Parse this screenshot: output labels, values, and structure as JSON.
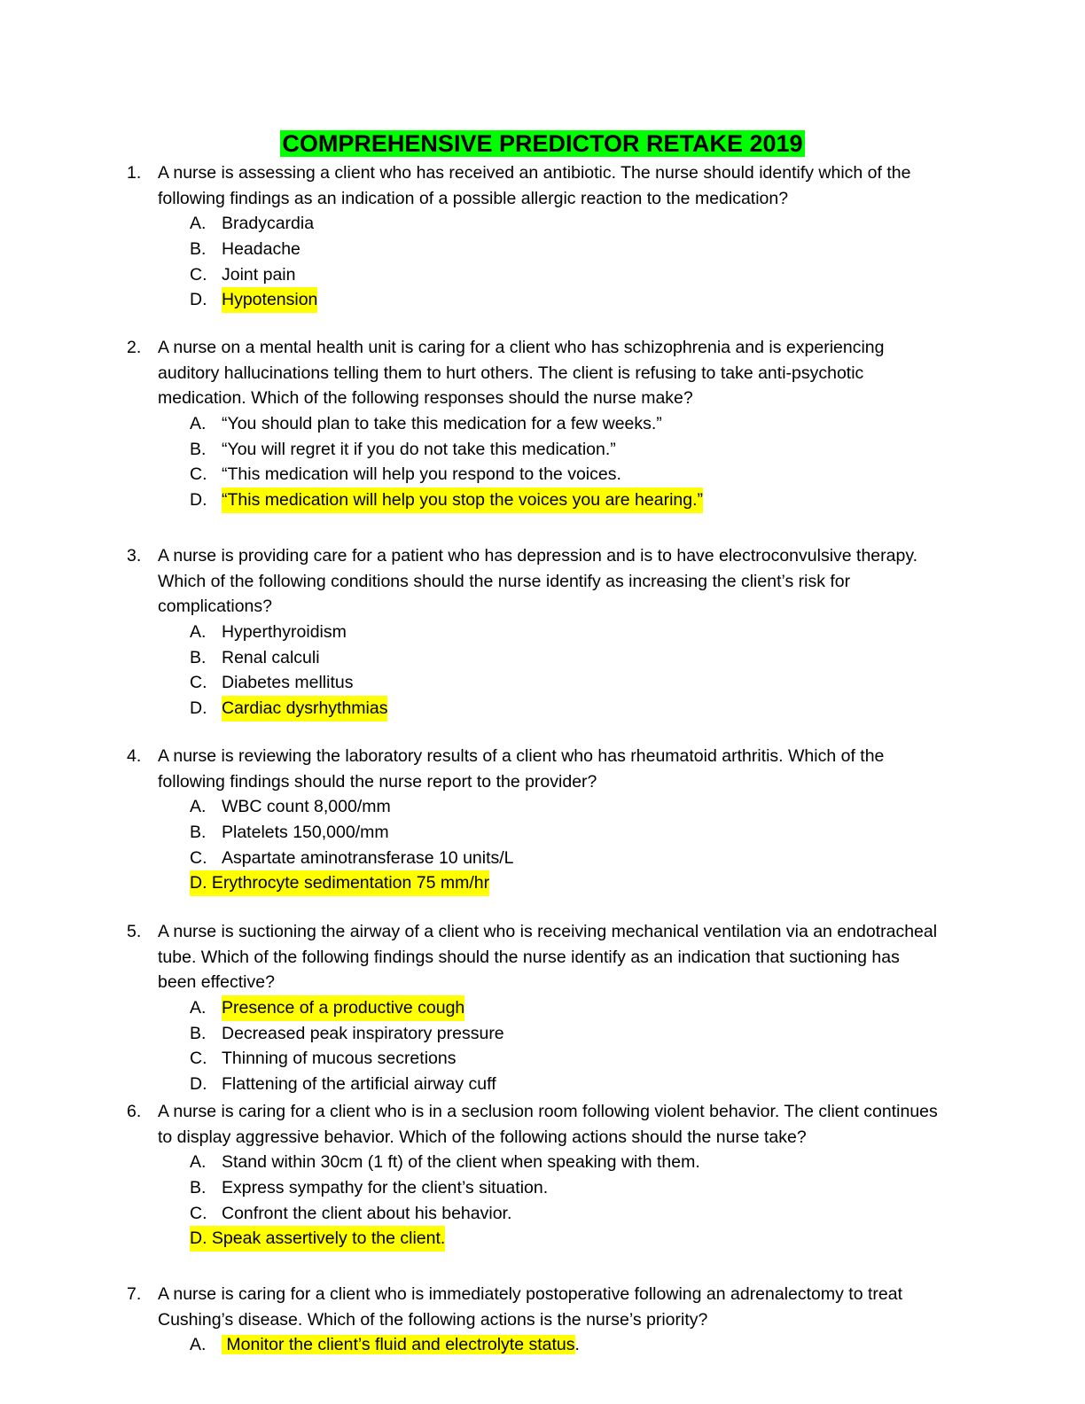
{
  "title": "COMPREHENSIVE PREDICTOR RETAKE 2019",
  "questions": [
    {
      "num": "1.",
      "text": "A nurse is assessing a client who has received an antibiotic. The nurse should identify which of the following findings as an indication of a possible allergic reaction to the medication?",
      "options": [
        {
          "letter": "A.",
          "text": "Bradycardia"
        },
        {
          "letter": "B.",
          "text": "Headache"
        },
        {
          "letter": "C.",
          "text": "Joint pain"
        },
        {
          "letter": "D.",
          "text": "Hypotension"
        }
      ]
    },
    {
      "num": "2.",
      "text": "A nurse on a mental health unit is caring for a client who has schizophrenia and is experiencing auditory hallucinations telling them to hurt others. The client is refusing to take anti-psychotic medication. Which of the following responses should the nurse make?",
      "options": [
        {
          "letter": "A.",
          "text": "“You should plan to take this medication for a few weeks.”"
        },
        {
          "letter": "B.",
          "text": "“You will regret it if you do not take this medication.”"
        },
        {
          "letter": "C.",
          "text": "“This medication will help you respond to the voices."
        },
        {
          "letter": "D.",
          "text": "“This medication will help you stop the voices you are hearing.”"
        }
      ]
    },
    {
      "num": "3.",
      "text": "A nurse is providing care for a patient who has depression and is to have electroconvulsive therapy. Which of the following conditions should the nurse identify as increasing the client’s risk for complications?",
      "options": [
        {
          "letter": "A.",
          "text": "Hyperthyroidism"
        },
        {
          "letter": "B.",
          "text": "Renal calculi"
        },
        {
          "letter": "C.",
          "text": "Diabetes mellitus"
        },
        {
          "letter": "D.",
          "text": "Cardiac dysrhythmias"
        }
      ]
    },
    {
      "num": "4.",
      "text": "A nurse is reviewing the laboratory results of a client who has rheumatoid arthritis. Which of the following findings should the nurse report to the provider?",
      "options": [
        {
          "letter": "A.",
          "text": "WBC count 8,000/mm"
        },
        {
          "letter": "B.",
          "text": "Platelets 150,000/mm"
        },
        {
          "letter": "C.",
          "text": "Aspartate aminotransferase 10 units/L"
        },
        {
          "full": "D. Erythrocyte sedimentation 75 mm/hr"
        }
      ]
    },
    {
      "num": "5.",
      "text": "A nurse is suctioning the airway of a client who is receiving mechanical ventilation via an endotracheal tube. Which of the following findings should the nurse identify as an indication that suctioning has been effective?",
      "options": [
        {
          "letter": "A.",
          "text": "Presence of a productive cough"
        },
        {
          "letter": "B.",
          "text": "Decreased peak inspiratory pressure"
        },
        {
          "letter": "C.",
          "text": "Thinning of mucous secretions"
        },
        {
          "letter": "D.",
          "text": "Flattening of the artificial airway cuff"
        }
      ]
    },
    {
      "num": "6.",
      "text": "A nurse is caring for a client who is in a seclusion room following violent behavior. The client continues to display aggressive behavior. Which of the following actions should the nurse take?",
      "options": [
        {
          "letter": "A.",
          "text": "Stand within 30cm (1 ft) of the client when speaking with them."
        },
        {
          "letter": "B.",
          "text": "Express sympathy for the client’s situation."
        },
        {
          "letter": "C.",
          "text": "Confront the client about his behavior."
        },
        {
          "full": "D. Speak assertively to the client."
        }
      ]
    },
    {
      "num": "7.",
      "text": "A nurse is caring for a client who is immediately postoperative following an adrenalectomy to treat Cushing’s disease. Which of the following actions is the nurse’s priority?",
      "options": [
        {
          "letter": "A.",
          "text": " Monitor the client’s fluid and electrolyte status",
          "suffix": "."
        }
      ]
    }
  ]
}
